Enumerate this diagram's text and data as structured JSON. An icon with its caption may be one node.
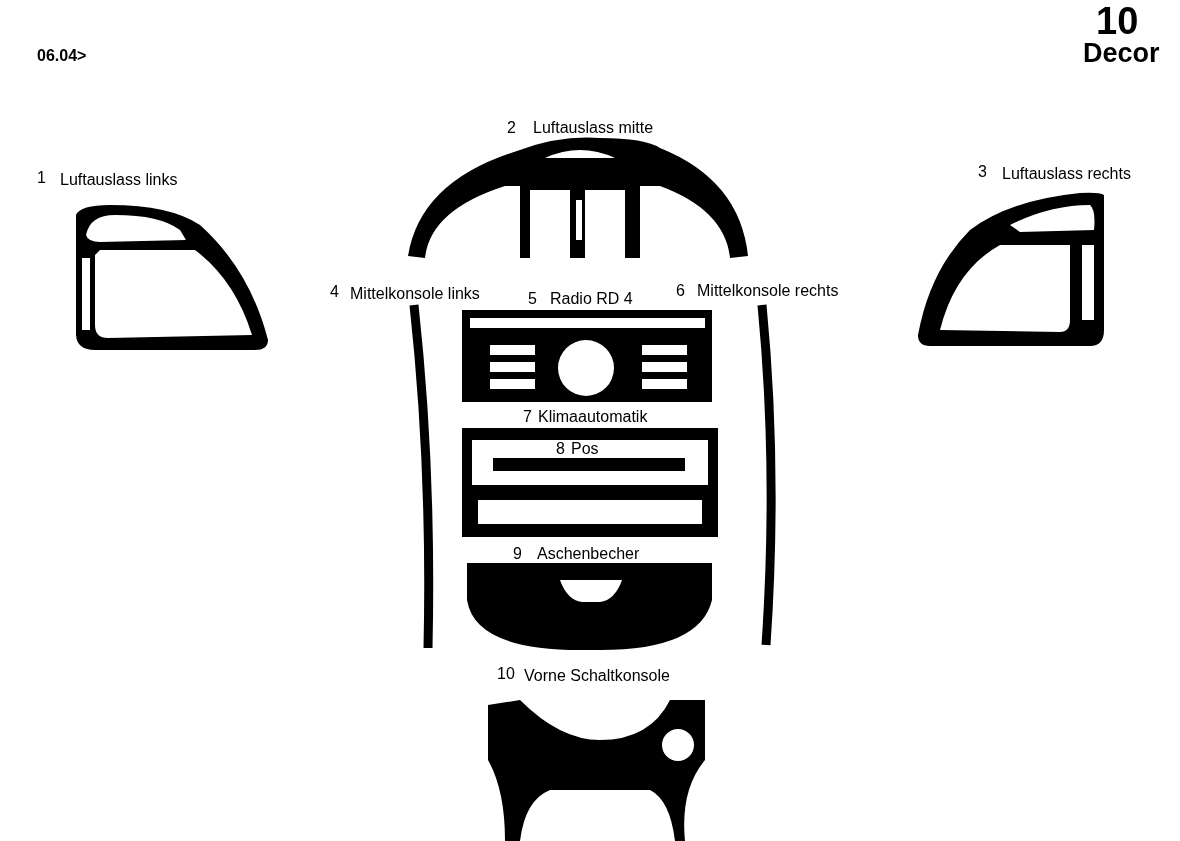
{
  "diagram": {
    "labels": [
      "06.04>",
      "10",
      "Decor",
      "1",
      "Luftauslass links",
      "2",
      "Luftauslass mitte",
      "3",
      "Luftauslass rechts",
      "4",
      "Mittelkonsole links",
      "5",
      "Radio RD 4",
      "6",
      "Mittelkonsole rechts",
      "7",
      "Klimaautomatik",
      "8",
      "Pos",
      "9",
      "Aschenbecher",
      "10",
      "Vorne Schaltkonsole"
    ]
  }
}
